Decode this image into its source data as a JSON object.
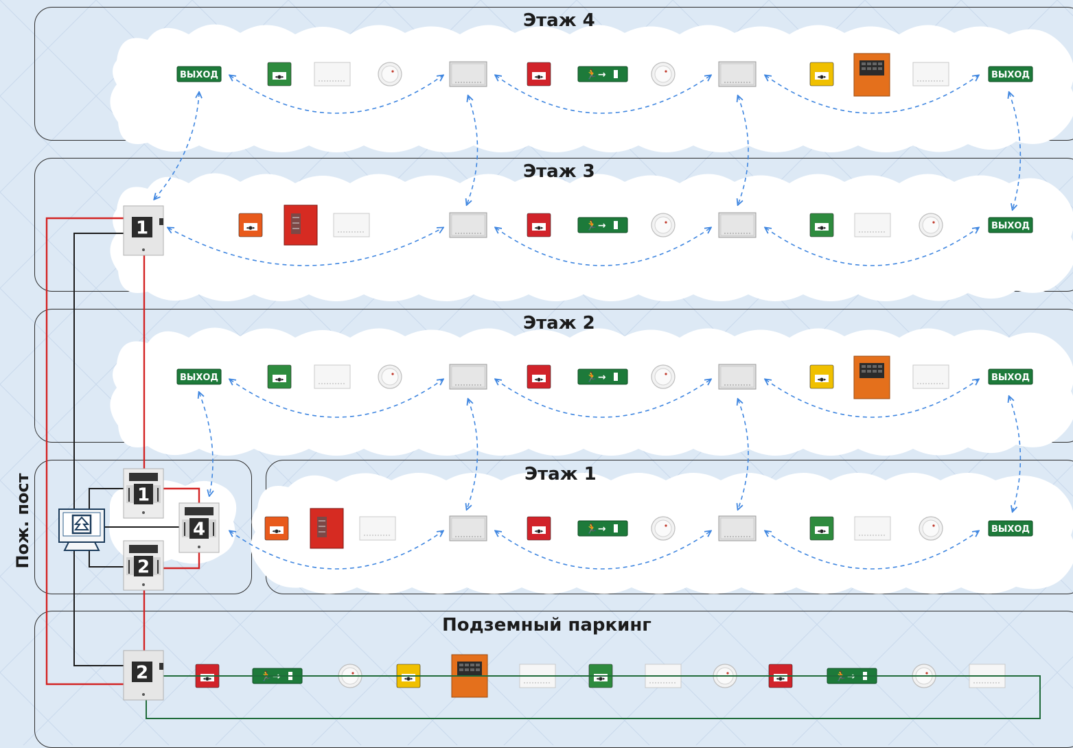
{
  "floors": {
    "floor4": "Этаж 4",
    "floor3": "Этаж 3",
    "floor2": "Этаж 2",
    "floor1": "Этаж 1",
    "parking": "Подземный паркинг"
  },
  "post_label": "Пож. пост",
  "exit_sign_text": "ВЫХОД",
  "device_numbers": {
    "node_floor3": "1",
    "panel_top": "1",
    "panel_bottom": "2",
    "panel_right": "4",
    "node_parking": "2"
  },
  "colors": {
    "red_line": "#d32222",
    "black_line": "#1a1a1a",
    "green_line": "#1f6b3a",
    "dashed_link": "#3f86e0",
    "exit_green": "#1d7a3a",
    "callpoint_green": "#2e8b3e",
    "callpoint_red": "#d1232a",
    "callpoint_yellow": "#f0c000",
    "callpoint_orange": "#e85a1c",
    "panel_orange": "#e4701c",
    "panel_red": "#d62b22"
  },
  "icons": [
    "computer-monitor-icon",
    "exit-sign-icon",
    "running-man-exit-icon",
    "smoke-detector-icon",
    "manual-call-point-icon",
    "control-panel-icon",
    "wireless-module-icon"
  ]
}
